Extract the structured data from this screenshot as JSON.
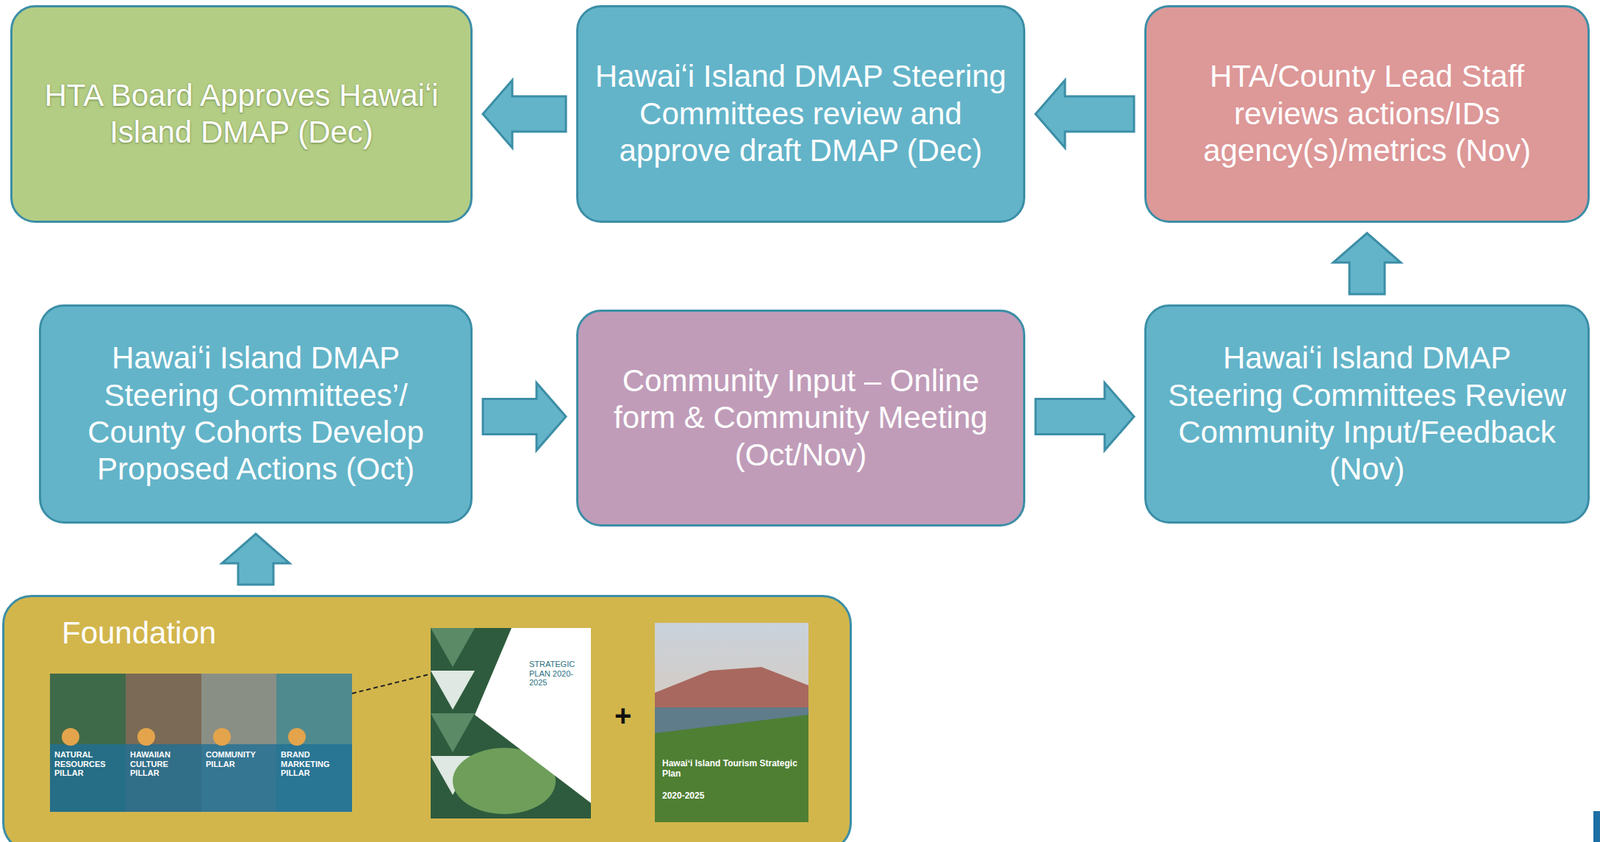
{
  "diagram": {
    "nodes": [
      {
        "text": [
          "HTA Board Approves Hawaiʻi Island DMAP (Dec)"
        ]
      },
      {
        "text": [
          "Hawaiʻi Island DMAP Steering Committees review and approve draft DMAP (Dec)"
        ]
      },
      {
        "text": [
          "HTA/County Lead Staff reviews actions/IDs agency(s)/metrics (Nov)"
        ]
      },
      {
        "text": [
          "Hawaiʻi Island DMAP Steering Committees’/ County Cohorts Develop Proposed Actions (Oct)"
        ]
      },
      {
        "text": [
          "Community Input – Online form & Community Meeting (Oct/Nov)"
        ]
      },
      {
        "text": [
          "Hawaiʻi Island DMAP Steering Committees Review Community Input/Feedback (Nov)"
        ]
      },
      {
        "text": [
          "Foundation"
        ]
      }
    ],
    "edges": [
      {
        "from": 6,
        "to": 3,
        "arrow": "to"
      },
      {
        "from": 3,
        "to": 4,
        "arrow": "to"
      },
      {
        "from": 4,
        "to": 5,
        "arrow": "to"
      },
      {
        "from": 5,
        "to": 2,
        "arrow": "to"
      },
      {
        "from": 2,
        "to": 1,
        "arrow": "to"
      },
      {
        "from": 1,
        "to": 0,
        "arrow": "to"
      }
    ],
    "labels": [
      "NATURAL RESOURCES PILLAR",
      "HAWAIIAN CULTURE PILLAR",
      "COMMUNITY PILLAR",
      "BRAND MARKETING PILLAR",
      "STRATEGIC PLAN 2020-2025",
      "+",
      "Hawaiʻi Island Tourism Strategic Plan",
      "2020-2025"
    ]
  }
}
